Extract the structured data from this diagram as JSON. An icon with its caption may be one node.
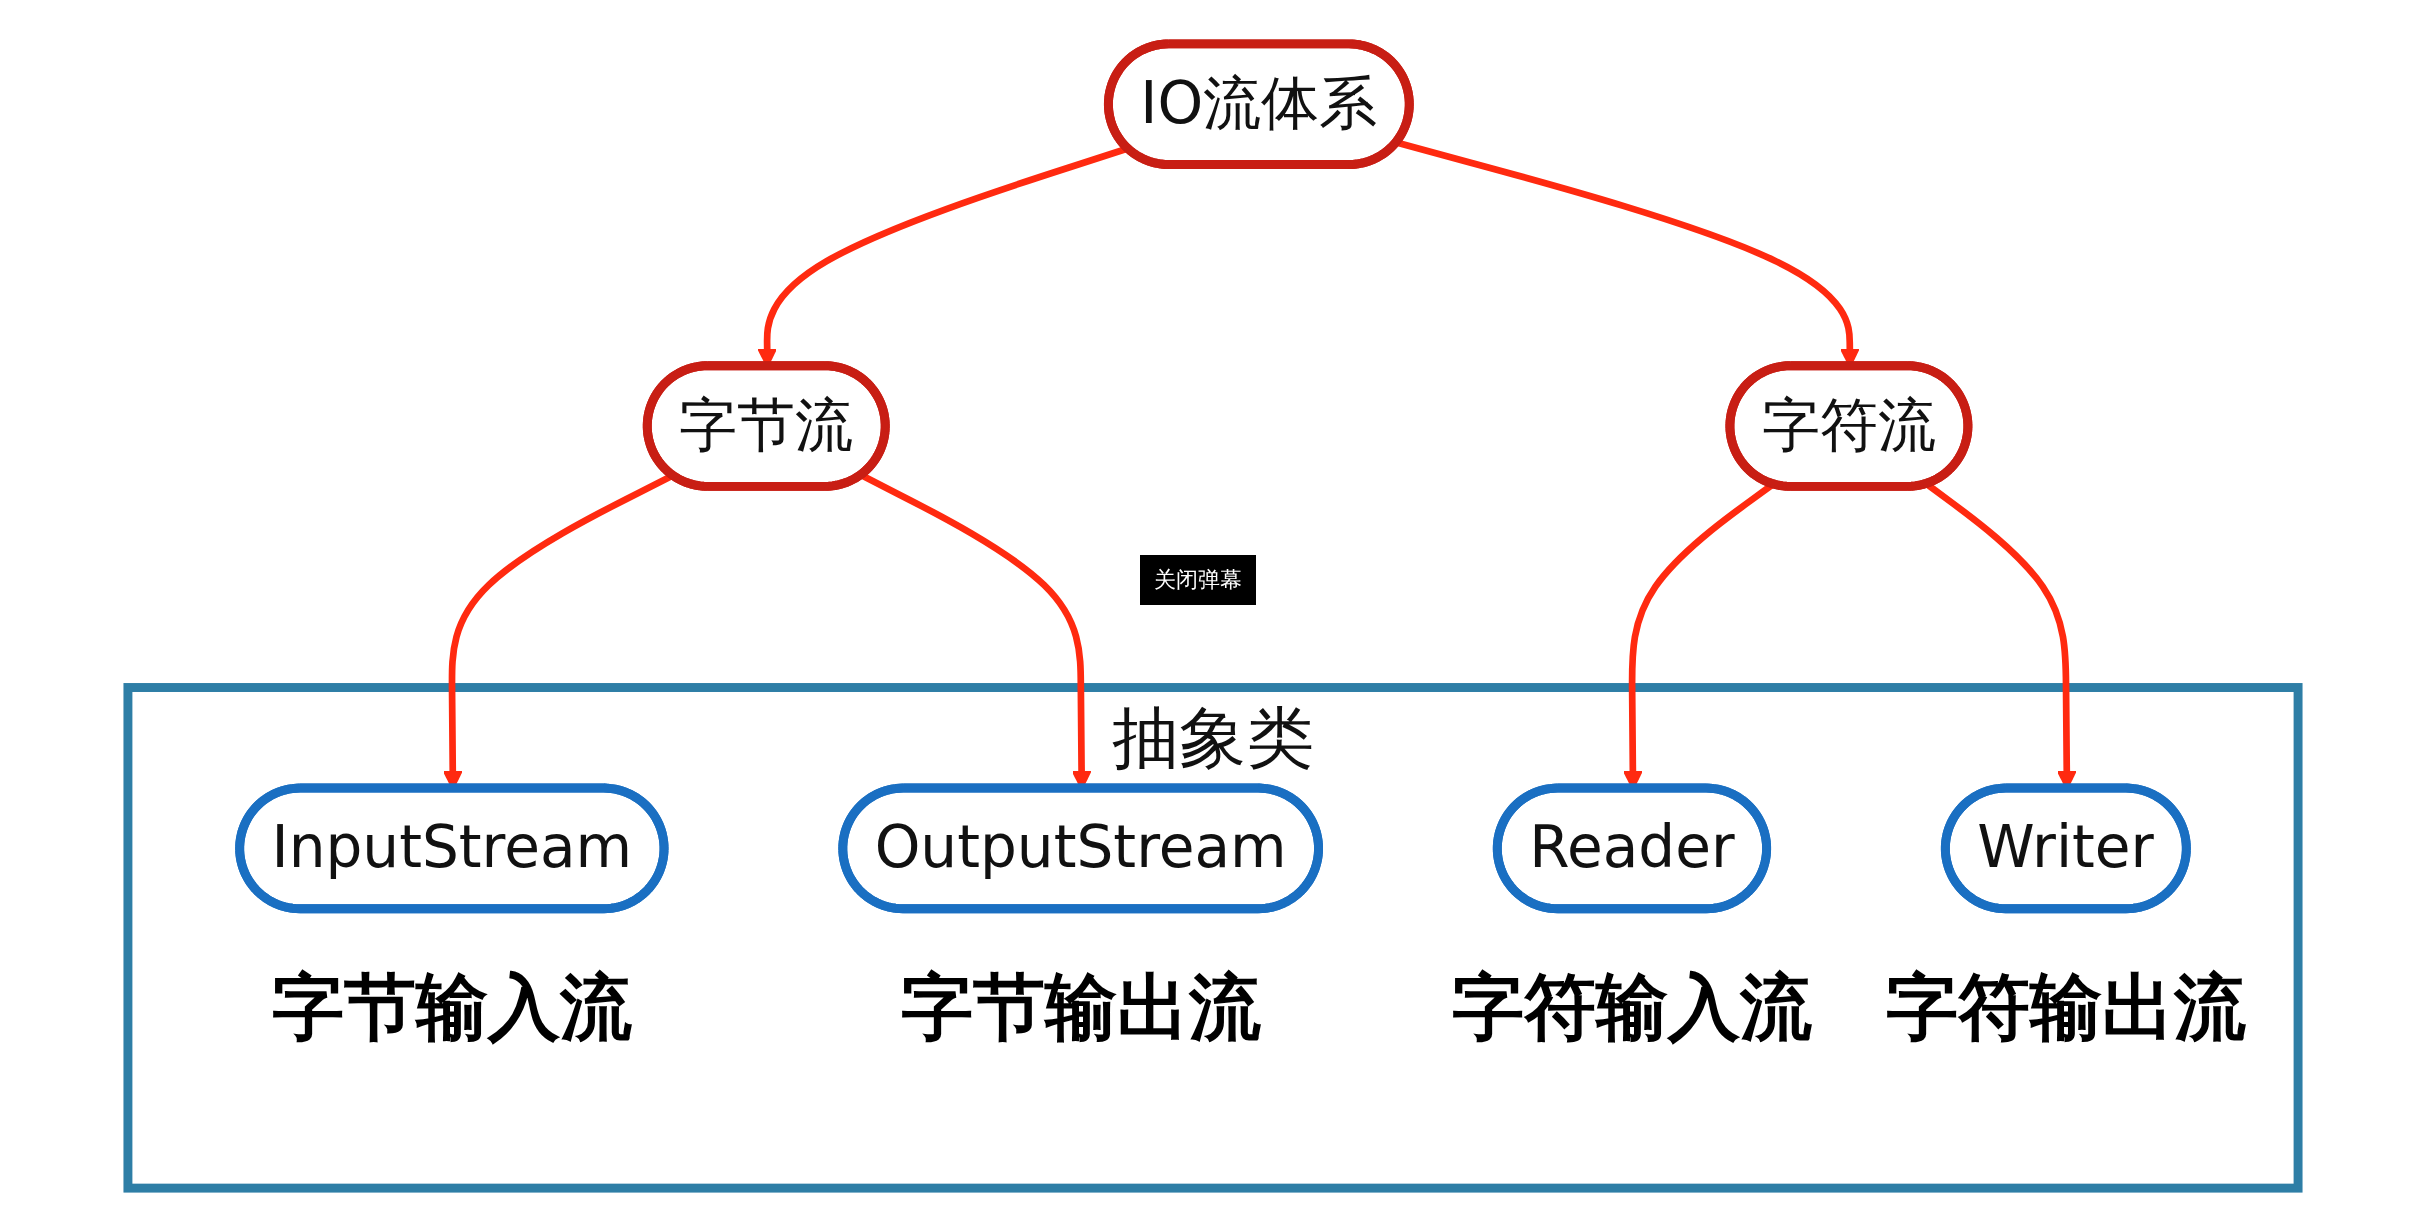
{
  "diagram": {
    "nodes": [
      {
        "text": [
          "IO流体系"
        ]
      },
      {
        "text": [
          "字节流"
        ]
      },
      {
        "text": [
          "字符流"
        ]
      },
      {
        "text": [
          "抽象类"
        ]
      },
      {
        "text": [
          "InputStream"
        ],
        "in": 3,
        "beside": [
          "字节输入流"
        ]
      },
      {
        "text": [
          "OutputStream"
        ],
        "in": 3,
        "beside": [
          "字节输出流"
        ]
      },
      {
        "text": [
          "Reader"
        ],
        "in": 3,
        "beside": [
          "字符输入流"
        ]
      },
      {
        "text": [
          "Writer"
        ],
        "in": 3,
        "beside": [
          "字符输出流"
        ]
      }
    ],
    "edges": [
      {
        "from": 0,
        "to": 1,
        "arrow": "to"
      },
      {
        "from": 0,
        "to": 2,
        "arrow": "to"
      },
      {
        "from": 1,
        "to": 4,
        "arrow": "to"
      },
      {
        "from": 1,
        "to": 5,
        "arrow": "to"
      },
      {
        "from": 2,
        "to": 6,
        "arrow": "to"
      },
      {
        "from": 2,
        "to": 7,
        "arrow": "to"
      }
    ],
    "labels": [
      "关闭弹幕"
    ]
  }
}
